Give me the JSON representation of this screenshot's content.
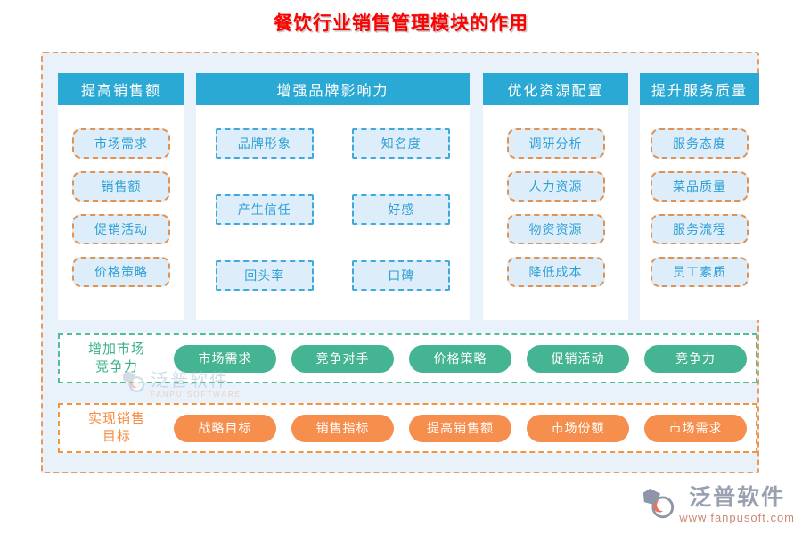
{
  "title": "餐饮行业销售管理模块的作用",
  "columns": [
    {
      "header": "提高销售额",
      "items": [
        "市场需求",
        "销售额",
        "促销活动",
        "价格策略"
      ]
    },
    {
      "header": "增强品牌影响力",
      "items": [
        "品牌形象",
        "知名度",
        "产生信任",
        "好感",
        "回头率",
        "口碑"
      ]
    },
    {
      "header": "优化资源配置",
      "items": [
        "调研分析",
        "人力资源",
        "物资资源",
        "降低成本"
      ]
    },
    {
      "header": "提升服务质量",
      "items": [
        "服务态度",
        "菜品质量",
        "服务流程",
        "员工素质"
      ]
    }
  ],
  "bands": [
    {
      "label_line1": "增加市场",
      "label_line2": "竞争力",
      "pills": [
        "市场需求",
        "竞争对手",
        "价格策略",
        "促销活动",
        "竞争力"
      ]
    },
    {
      "label_line1": "实现销售",
      "label_line2": "目标",
      "pills": [
        "战略目标",
        "销售指标",
        "提高销售额",
        "市场份额",
        "市场需求"
      ]
    }
  ],
  "watermark": {
    "brand": "泛普软件",
    "subtitle": "FANPU SOFTWARE"
  },
  "footer": {
    "brand": "泛普软件",
    "url": "www.fanpusoft.com"
  },
  "colors": {
    "title_red": "#fe0000",
    "header_teal": "#29a9d4",
    "canvas_bg": "#e9f2fb",
    "panel_bg": "#ffffff",
    "item_fill": "#ddeefa",
    "item_text": "#2f9fd4",
    "orange_dash": "#e2914f",
    "blue_dash": "#3fa9dc",
    "green_pill": "#44b492",
    "green_dash": "#52bd9b",
    "orange_pill": "#f68e4d",
    "orange_band_dash": "#f5953a"
  }
}
